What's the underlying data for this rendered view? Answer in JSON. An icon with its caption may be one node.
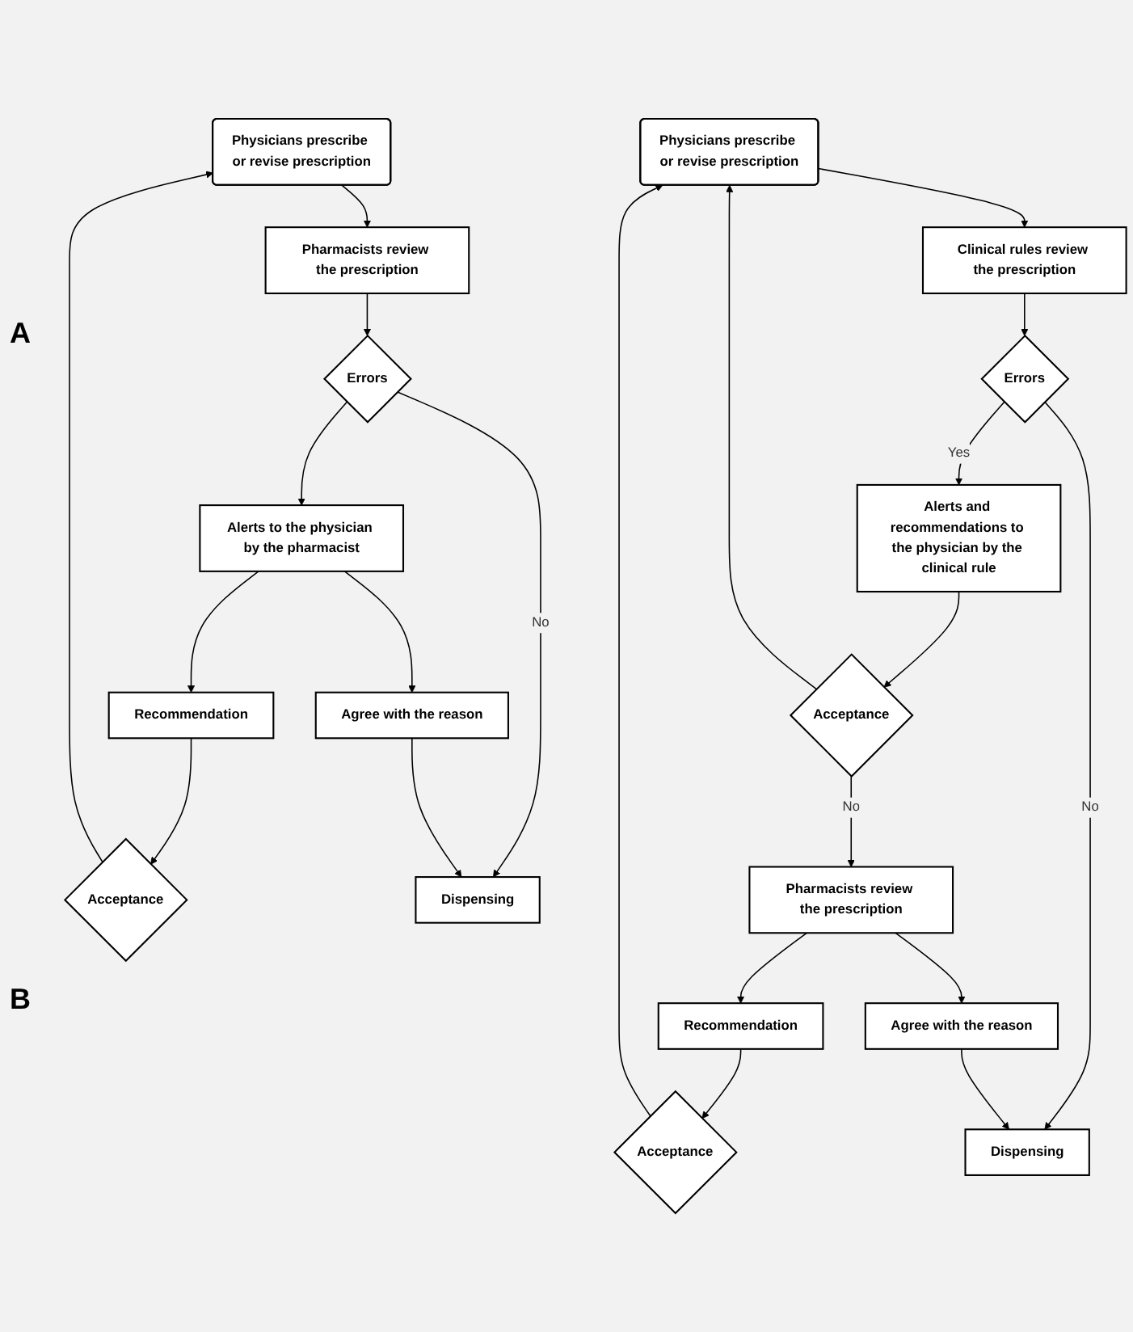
{
  "diagram": {
    "nodes": [
      {
        "text": [
          "Physicians prescribe or revise prescription"
        ]
      },
      {
        "text": [
          "Pharmacists review the prescription"
        ]
      },
      {
        "text": [
          "Errors"
        ]
      },
      {
        "text": [
          "Alerts to the physician by the pharmacist"
        ]
      },
      {
        "text": [
          "Recommendation"
        ]
      },
      {
        "text": [
          "Acceptance"
        ]
      },
      {
        "text": [
          "Agree with the reason"
        ]
      },
      {
        "text": [
          "Dispensing"
        ]
      },
      {
        "text": [
          "Physicians prescribe or revise prescription"
        ]
      },
      {
        "text": [
          "Clinical rules review the prescription"
        ]
      },
      {
        "text": [
          "Errors"
        ]
      },
      {
        "text": [
          "Alerts and recommendations to the physician by the clinical rule"
        ]
      },
      {
        "text": [
          "Acceptance"
        ]
      },
      {
        "text": [
          "Pharmacists review the prescription"
        ]
      },
      {
        "text": [
          "Recommendation"
        ]
      },
      {
        "text": [
          "Acceptance"
        ]
      },
      {
        "text": [
          "Agree with the reason"
        ]
      },
      {
        "text": [
          "Dispensing"
        ]
      }
    ],
    "edges": [
      {
        "from": 0,
        "to": 1,
        "arrow": "to"
      },
      {
        "from": 1,
        "to": 2,
        "arrow": "to"
      },
      {
        "from": 2,
        "to": 3,
        "arrow": "to"
      },
      {
        "from": 2,
        "to": 7,
        "arrow": "to",
        "label": "No"
      },
      {
        "from": 3,
        "to": 4,
        "arrow": "to"
      },
      {
        "from": 4,
        "to": 5,
        "arrow": "to"
      },
      {
        "from": 5,
        "to": 0,
        "arrow": "to"
      },
      {
        "from": 3,
        "to": 6,
        "arrow": "to"
      },
      {
        "from": 6,
        "to": 7,
        "arrow": "to"
      },
      {
        "from": 8,
        "to": 9,
        "arrow": "to"
      },
      {
        "from": 9,
        "to": 10,
        "arrow": "to"
      },
      {
        "from": 10,
        "to": 11,
        "arrow": "to",
        "label": "Yes"
      },
      {
        "from": 10,
        "to": 17,
        "arrow": "to",
        "label": "No"
      },
      {
        "from": 11,
        "to": 12,
        "arrow": "to"
      },
      {
        "from": 12,
        "to": 8,
        "arrow": "to"
      },
      {
        "from": 12,
        "to": 13,
        "arrow": "to",
        "label": "No"
      },
      {
        "from": 13,
        "to": 14,
        "arrow": "to"
      },
      {
        "from": 14,
        "to": 15,
        "arrow": "to"
      },
      {
        "from": 15,
        "to": 8,
        "arrow": "to"
      },
      {
        "from": 13,
        "to": 16,
        "arrow": "to"
      },
      {
        "from": 16,
        "to": 17,
        "arrow": "to"
      }
    ],
    "labels": [
      "A",
      "B"
    ]
  }
}
